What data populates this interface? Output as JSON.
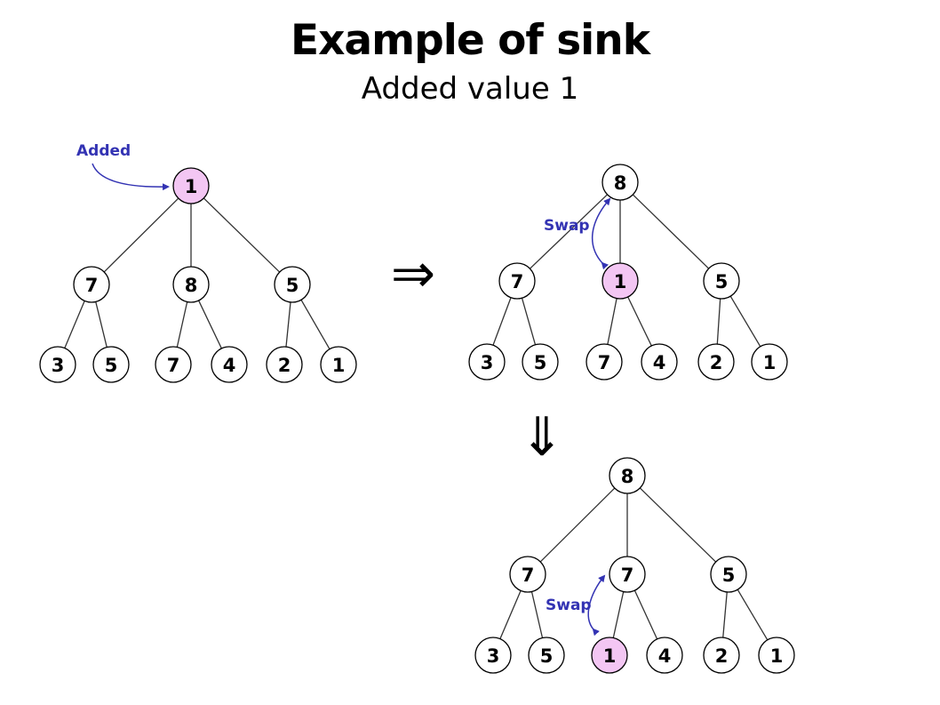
{
  "title": "Example of sink",
  "subtitle": "Added value 1",
  "colors": {
    "highlight_fill": "#f3c6f3",
    "node_fill": "#ffffff",
    "annotation": "#3333b3",
    "edge": "#333333"
  },
  "transition_arrows": {
    "right": "⇒",
    "down": "⇓"
  },
  "trees": [
    {
      "root": "1",
      "children": [
        "7",
        "8",
        "5"
      ],
      "leaves": [
        "3",
        "5",
        "7",
        "4",
        "2",
        "1"
      ],
      "highlight": "root",
      "note": "Added"
    },
    {
      "root": "8",
      "children": [
        "7",
        "1",
        "5"
      ],
      "leaves": [
        "3",
        "5",
        "7",
        "4",
        "2",
        "1"
      ],
      "highlight": "child-1",
      "note": "Swap"
    },
    {
      "root": "8",
      "children": [
        "7",
        "7",
        "5"
      ],
      "leaves": [
        "3",
        "5",
        "1",
        "4",
        "2",
        "1"
      ],
      "highlight": "leaf-2",
      "note": "Swap"
    }
  ]
}
